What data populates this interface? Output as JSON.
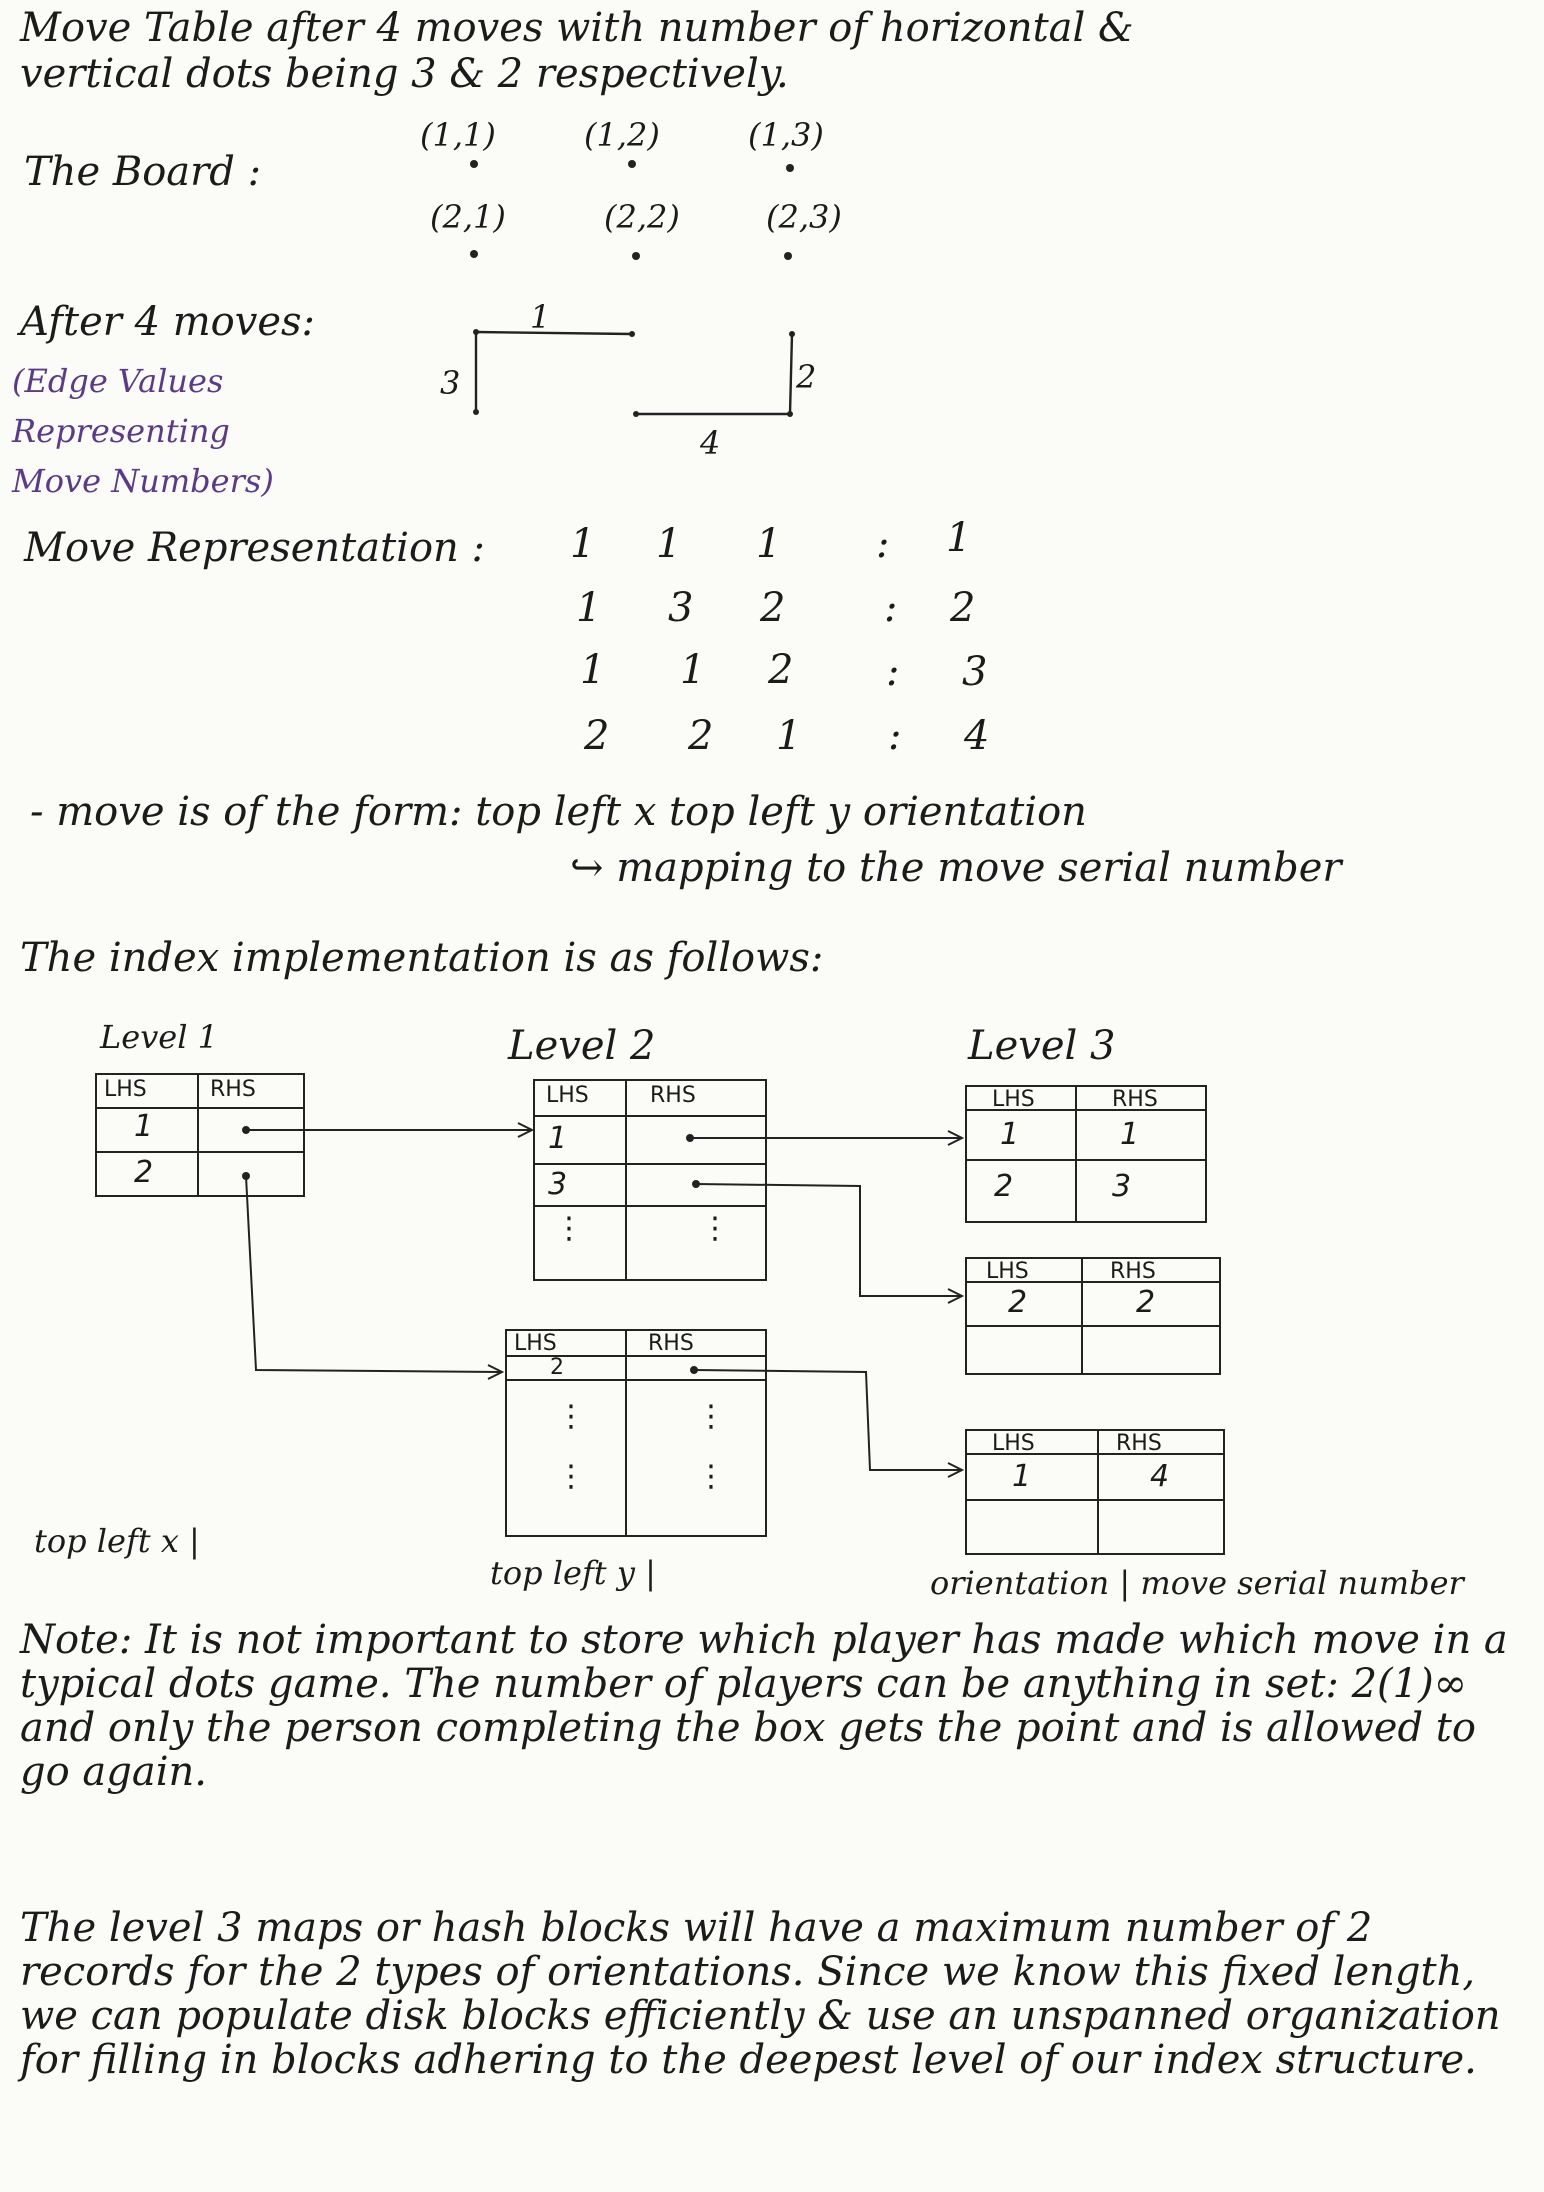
{
  "header": {
    "line1": "Move Table after   4 moves with number of horizontal &",
    "line2": "vertical dots being  3  &  2  respectively."
  },
  "board": {
    "label": "The Board :",
    "coords_row1": [
      "(1,1)",
      "(1,2)",
      "(1,3)"
    ],
    "coords_row2": [
      "(2,1)",
      "(2,2)",
      "(2,3)"
    ]
  },
  "after": {
    "title": "After 4 moves:",
    "note": [
      "(Edge Values",
      "Representing",
      "Move Numbers)"
    ],
    "edge_labels": [
      "1",
      "2",
      "3",
      "4"
    ]
  },
  "moves": {
    "label": "Move Representation :",
    "rows": [
      {
        "x": "1",
        "y": "1",
        "o": "1",
        "n": "1"
      },
      {
        "x": "1",
        "y": "3",
        "o": "2",
        "n": "2"
      },
      {
        "x": "1",
        "y": "1",
        "o": "2",
        "n": "3"
      },
      {
        "x": "2",
        "y": "2",
        "o": "1",
        "n": "4"
      }
    ],
    "separator": ":"
  },
  "form": {
    "line1": "- move is of the form:  top left x    top left y   orientation",
    "line2": "↪ mapping to the move serial number"
  },
  "index_title": "The index implementation is as follows:",
  "levels": {
    "l1": "Level 1",
    "l2": "Level 2",
    "l3": "Level 3",
    "lhs": "LHS",
    "rhs": "RHS",
    "l1_rows": [
      "1",
      "2"
    ],
    "l2a_rows": [
      "1",
      "3"
    ],
    "l2b_rows": [
      "2"
    ],
    "l3a": [
      [
        "1",
        "1"
      ],
      [
        "2",
        "3"
      ]
    ],
    "l3b": [
      [
        "2",
        "2"
      ]
    ],
    "l3c": [
      [
        "1",
        "4"
      ]
    ],
    "vdots": "⋮",
    "footer_x": "top left x |",
    "footer_y": "top left y |",
    "footer_o": "orientation | move serial number"
  },
  "note1": "Note: It is not important to store which player has made which move in a typical dots game. The number of players can be anything in set: 2(1)∞ and only the person completing the box gets the point and is allowed to go again.",
  "note2": "The level 3 maps or hash blocks will have a maximum number of 2 records for the 2 types of orientations. Since we know this fixed length, we can populate disk blocks efficiently & use an unspanned organization for filling in blocks adhering to the deepest level of our index structure."
}
